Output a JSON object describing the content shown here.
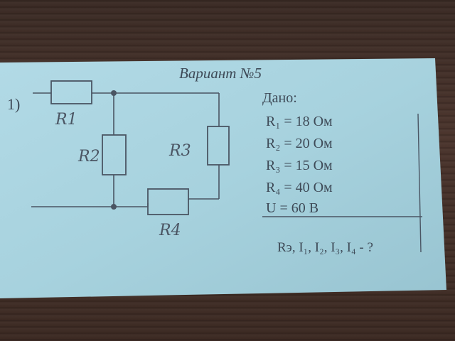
{
  "title": "Вариант №5",
  "problem_number": "1)",
  "given": {
    "heading": "Дано:",
    "lines": [
      "R₁ = 18 Ом",
      "R₂ = 20 Ом",
      "R₃ = 15 Ом",
      "R₄ = 40 Ом",
      "U = 60 В"
    ]
  },
  "find": "Rэ, I₁, I₂, I₃, I₄ - ?",
  "labels": {
    "r1": "R1",
    "r2": "R2",
    "r3": "R3",
    "r4": "R4"
  },
  "colors": {
    "paper": "#a9d3df",
    "ink": "#3e4a57",
    "wood": "#3a2a24"
  }
}
